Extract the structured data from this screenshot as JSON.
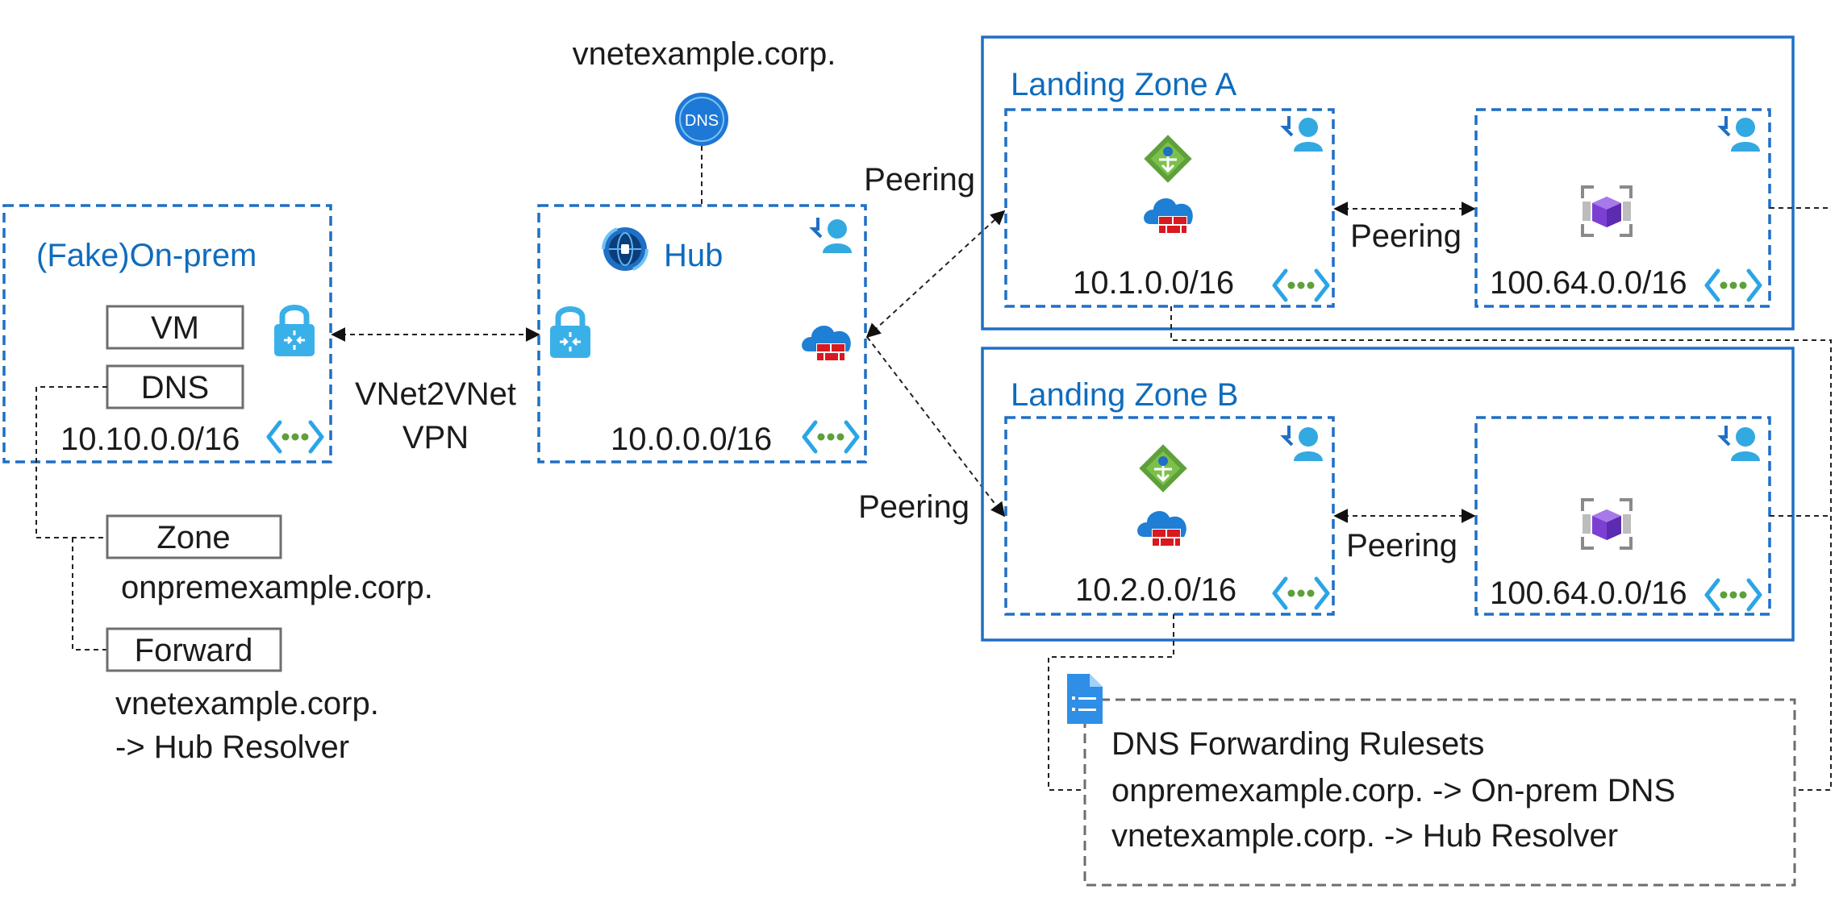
{
  "onprem": {
    "title": "(Fake)On-prem",
    "vm_label": "VM",
    "dns_label": "DNS",
    "cidr": "10.10.0.0/16",
    "zone_label": "Zone",
    "zone_name": "onpremexample.corp.",
    "forward_label": "Forward",
    "forward_line1": "vnetexample.corp.",
    "forward_line2": "-> Hub Resolver"
  },
  "vpn": {
    "line1": "VNet2VNet",
    "line2": "VPN"
  },
  "hub": {
    "title": "Hub",
    "cidr": "10.0.0.0/16",
    "private_zone": "vnetexample.corp.",
    "dns_badge": "DNS"
  },
  "peering_label": "Peering",
  "landing_zone_a": {
    "title": "Landing Zone A",
    "cidr_left": "10.1.0.0/16",
    "cidr_right": "100.64.0.0/16",
    "peering": "Peering"
  },
  "landing_zone_b": {
    "title": "Landing Zone B",
    "cidr_left": "10.2.0.0/16",
    "cidr_right": "100.64.0.0/16",
    "peering": "Peering"
  },
  "ruleset": {
    "title": "DNS Forwarding Rulesets",
    "rule1": "onpremexample.corp. -> On-prem DNS",
    "rule2": "vnetexample.corp. -> Hub Resolver"
  },
  "colors": {
    "azure_blue": "#1f6fc5",
    "firewall_red": "#d8191f",
    "nsg_green": "#5ea03a",
    "aks_purple": "#7b3fd4"
  },
  "icons": [
    "vpn-gateway-icon",
    "firewall-icon",
    "dns-resolver-icon",
    "managed-identity-icon",
    "vnet-icon",
    "route-table-icon",
    "container-app-env-icon",
    "private-dns-icon",
    "ruleset-document-icon"
  ]
}
